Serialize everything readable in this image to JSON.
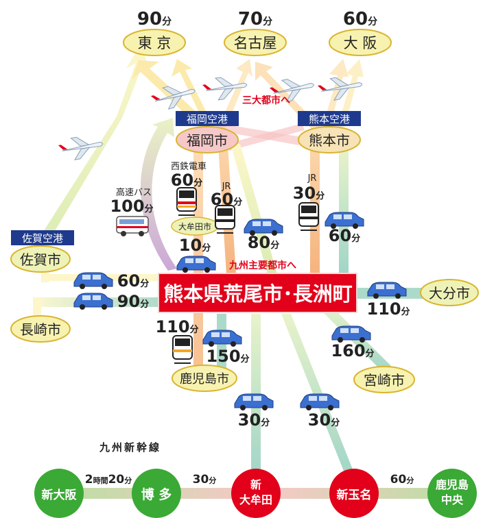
{
  "destinations": {
    "tokyo": {
      "label": "東 京",
      "time": "90",
      "unit": "分"
    },
    "nagoya": {
      "label": "名古屋",
      "time": "70",
      "unit": "分"
    },
    "osaka": {
      "label": "大 阪",
      "time": "60",
      "unit": "分"
    }
  },
  "airports": {
    "fukuoka": "福岡空港",
    "kumamoto": "熊本空港",
    "saga": "佐賀空港"
  },
  "cities": {
    "fukuoka": "福岡市",
    "kumamoto": "熊本市",
    "saga": "佐賀市",
    "nagasaki": "長崎市",
    "oita": "大分市",
    "miyazaki": "宮崎市",
    "kagoshima": "鹿児島市",
    "omuta": "大牟田市"
  },
  "center": {
    "label": "熊本県荒尾市･長洲町"
  },
  "captions": {
    "three_cities": "三大都市へ",
    "kyushu_cities": "九州主要都市へ"
  },
  "routes": {
    "nishitetsu": {
      "label": "西鉄電車",
      "time": "60",
      "unit": "分"
    },
    "highway_bus": {
      "label": "高速バス",
      "time": "100",
      "unit": "分"
    },
    "jr_fukuoka": {
      "label": "JR",
      "time": "60",
      "unit": "分"
    },
    "jr_kumamoto": {
      "label": "JR",
      "time": "30",
      "unit": "分"
    },
    "car_fukuoka": {
      "time": "80",
      "unit": "分"
    },
    "car_kumamoto": {
      "time": "60",
      "unit": "分"
    },
    "car_omuta": {
      "time": "10",
      "unit": "分"
    },
    "car_saga": {
      "time": "60",
      "unit": "分"
    },
    "car_nagasaki": {
      "time": "90",
      "unit": "分"
    },
    "car_oita": {
      "time": "110",
      "unit": "分"
    },
    "car_miyazaki": {
      "time": "160",
      "unit": "分"
    },
    "train_kagoshima": {
      "time": "110",
      "unit": "分"
    },
    "car_kagoshima": {
      "time": "150",
      "unit": "分"
    },
    "car_shinomuta": {
      "time": "30",
      "unit": "分"
    },
    "car_shintamana": {
      "time": "30",
      "unit": "分"
    }
  },
  "shinkansen": {
    "title": "九州新幹線",
    "stations": {
      "shinosaka": "新大阪",
      "hakata": "博 多",
      "shinomuta_1": "新",
      "shinomuta_2": "大牟田",
      "shintamana": "新玉名",
      "kagoshima_1": "鹿児島",
      "kagoshima_2": "中央"
    },
    "segments": {
      "osaka_hakata": {
        "hours": "2",
        "hours_unit": "時間",
        "minutes": "20",
        "unit": "分"
      },
      "hakata_omuta": {
        "time": "30",
        "unit": "分"
      },
      "tamana_kagoshima": {
        "time": "60",
        "unit": "分"
      }
    }
  },
  "colors": {
    "city_fill": "#f7f2b0",
    "city_stroke": "#d9b430",
    "city_fill_pink": "#f6c8c8",
    "airport_bg": "#1f3a8c",
    "center_bg": "#e2001a",
    "caption_red": "#e2001a",
    "green_station": "#3aa935",
    "red_station": "#e2001a",
    "car_blue": "#3b6fd0"
  }
}
